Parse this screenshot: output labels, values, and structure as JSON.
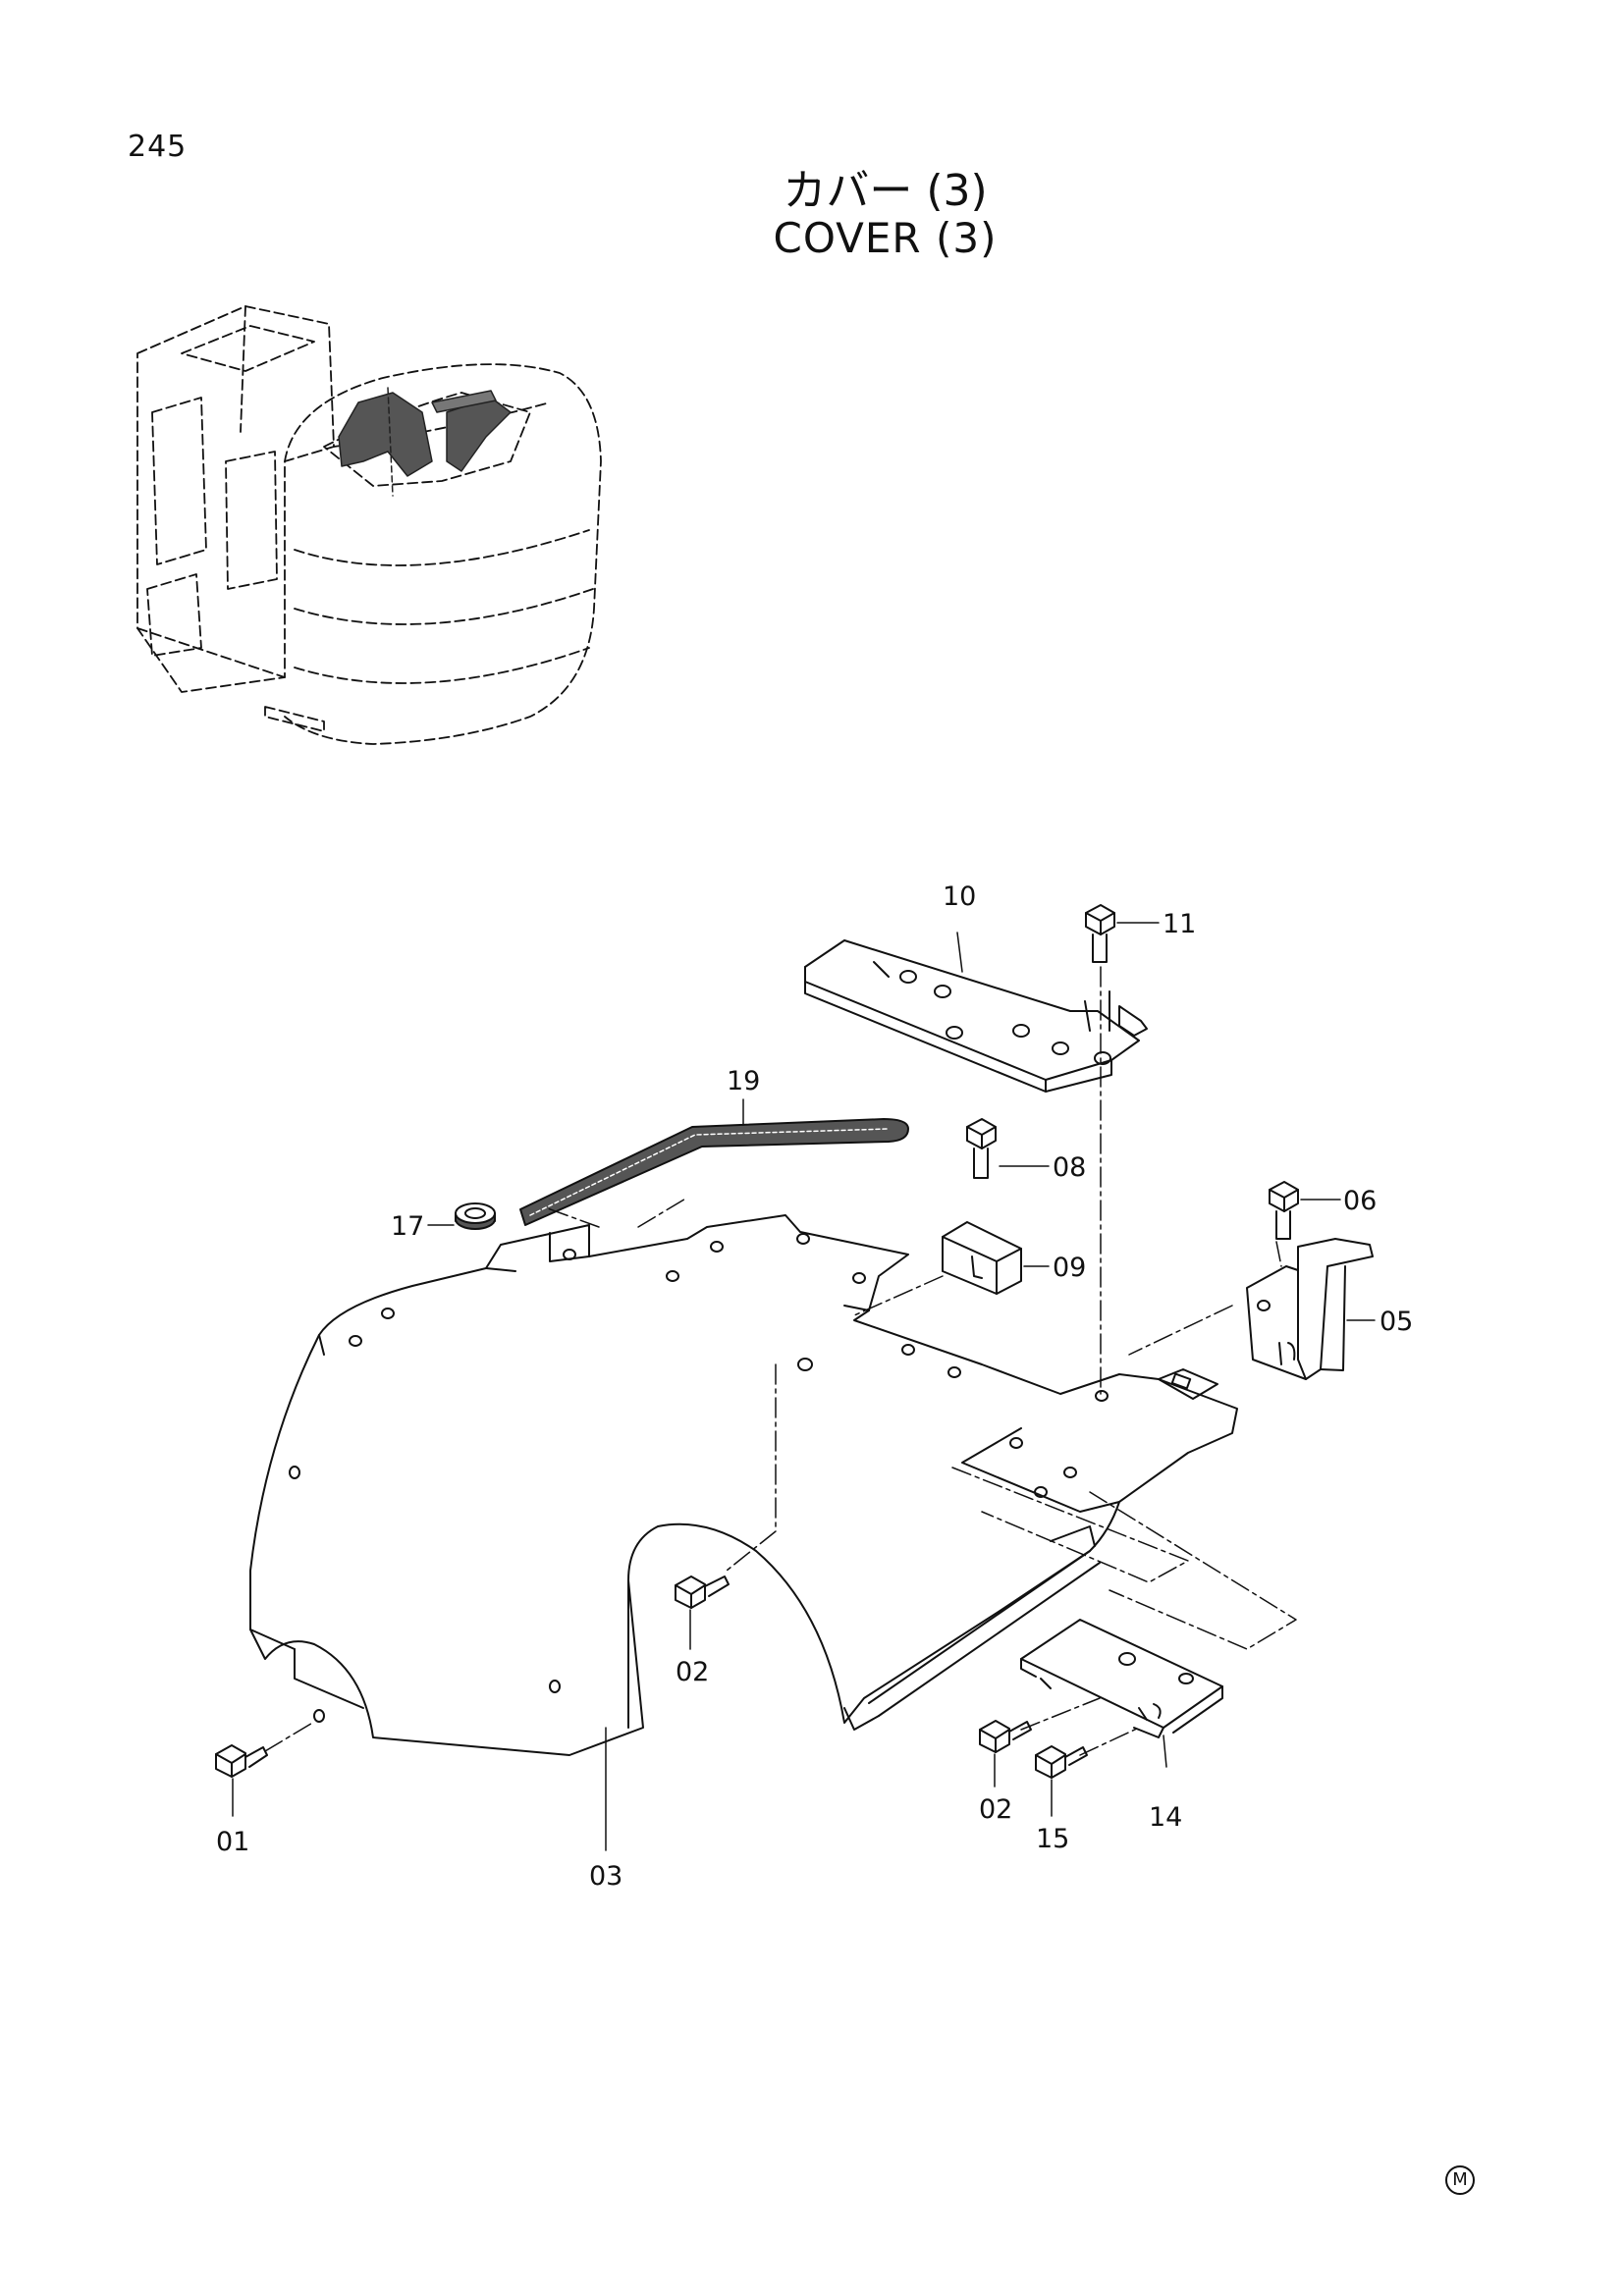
{
  "page": {
    "number": "245",
    "title_jp": "カバー (3)",
    "title_en": "COVER (3)",
    "maker_mark": "M"
  },
  "callouts": {
    "c01": "01",
    "c02a": "02",
    "c02b": "02",
    "c03": "03",
    "c05": "05",
    "c06": "06",
    "c08": "08",
    "c09": "09",
    "c10": "10",
    "c11": "11",
    "c14": "14",
    "c15": "15",
    "c17": "17",
    "c19": "19"
  },
  "colors": {
    "ink": "#111111",
    "paper": "#ffffff",
    "shade": "#555555"
  }
}
